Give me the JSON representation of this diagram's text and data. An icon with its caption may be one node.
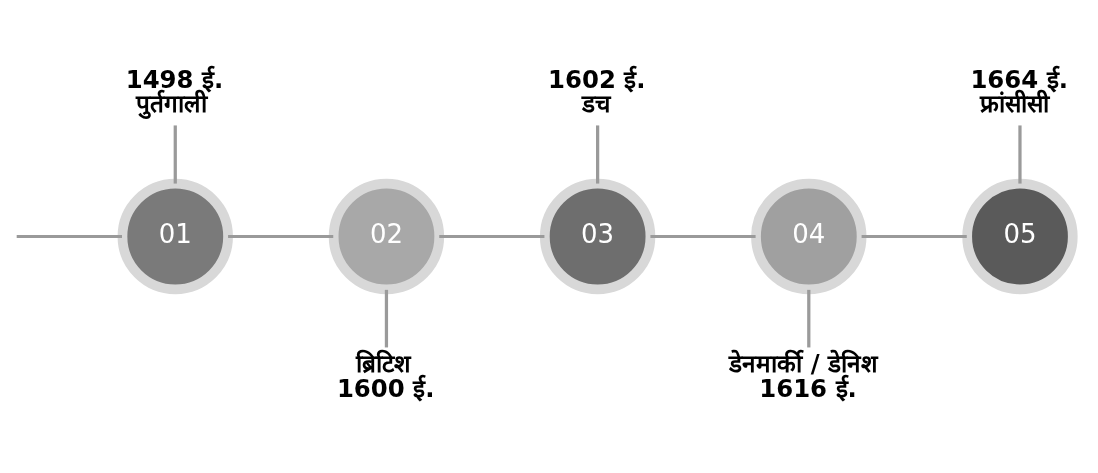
{
  "diagram": {
    "nodes": [
      {
        "text": [
          "01"
        ]
      },
      {
        "text": [
          "02"
        ]
      },
      {
        "text": [
          "03"
        ]
      },
      {
        "text": [
          "04"
        ]
      },
      {
        "text": [
          "05"
        ]
      },
      {
        "text": [
          "1498 ई.",
          "पुर्तगाली"
        ]
      },
      {
        "text": [
          "ब्रिटिश",
          "1600 ई."
        ]
      },
      {
        "text": [
          "1602 ई.",
          "डच"
        ]
      },
      {
        "text": [
          "डेनमार्की / डेनिश",
          "1616 ई."
        ]
      },
      {
        "text": [
          "1664 ई.",
          "फ्रांसीसी"
        ]
      }
    ],
    "edges": [
      {
        "from": null,
        "to": 0,
        "arrow": "none"
      },
      {
        "from": 0,
        "to": 1,
        "arrow": "none"
      },
      {
        "from": 1,
        "to": 2,
        "arrow": "none"
      },
      {
        "from": 2,
        "to": 3,
        "arrow": "none"
      },
      {
        "from": 3,
        "to": 4,
        "arrow": "none"
      },
      {
        "from": 5,
        "to": 0,
        "arrow": "none"
      },
      {
        "from": 1,
        "to": 6,
        "arrow": "none"
      },
      {
        "from": 7,
        "to": 2,
        "arrow": "none"
      },
      {
        "from": 3,
        "to": 8,
        "arrow": "none"
      },
      {
        "from": 9,
        "to": 4,
        "arrow": "none"
      }
    ]
  }
}
